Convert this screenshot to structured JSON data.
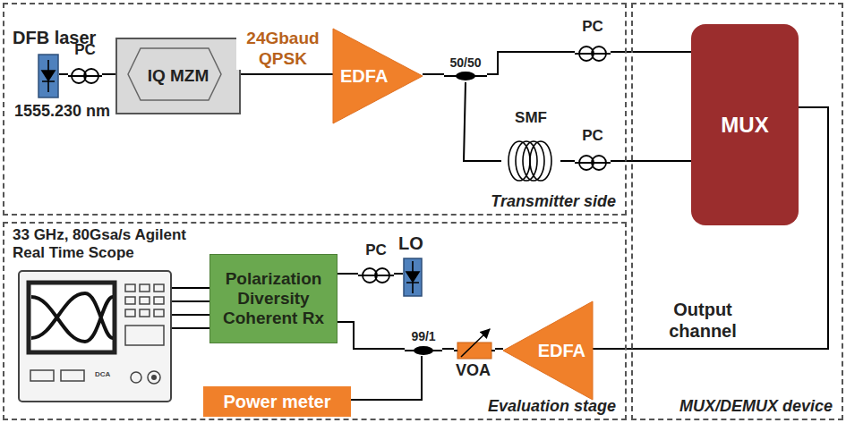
{
  "diagram": {
    "nodes": [
      {
        "text": [
          "Transmitter side"
        ]
      },
      {
        "text": [
          "DFB laser",
          "1555.230 nm"
        ],
        "in": 0
      },
      {
        "text": [
          "PC"
        ],
        "in": 0
      },
      {
        "text": [
          "IQ MZM"
        ],
        "in": 0
      },
      {
        "text": [
          "EDFA"
        ],
        "in": 0
      },
      {
        "text": [
          "50/50"
        ],
        "in": 0
      },
      {
        "text": [
          "SMF"
        ],
        "in": 0
      },
      {
        "text": [
          "PC"
        ],
        "in": 0
      },
      {
        "text": [
          "PC"
        ],
        "in": 0
      },
      {
        "text": [
          "Evaluation stage"
        ]
      },
      {
        "text": [
          "33 GHz, 80Gsa/s Agilent Real Time Scope",
          "DCA"
        ],
        "in": 9
      },
      {
        "text": [
          "Polarization Diversity Coherent Rx"
        ],
        "in": 9
      },
      {
        "text": [
          "PC"
        ],
        "in": 9
      },
      {
        "text": [
          "LO"
        ],
        "in": 9
      },
      {
        "text": [
          "99/1"
        ],
        "in": 9
      },
      {
        "text": [
          "VOA"
        ],
        "in": 9
      },
      {
        "text": [
          "EDFA"
        ],
        "in": 9
      },
      {
        "text": [
          "Power meter"
        ],
        "in": 9
      },
      {
        "text": [
          "MUX/DEMUX device"
        ]
      },
      {
        "text": [
          "MUX"
        ],
        "in": 18
      }
    ],
    "edges": [
      {
        "from": 1,
        "to": 2,
        "arrow": "none"
      },
      {
        "from": 2,
        "to": 3,
        "arrow": "none"
      },
      {
        "from": 3,
        "to": 4,
        "label": "24Gbaud QPSK",
        "arrow": "none"
      },
      {
        "from": 4,
        "to": 5,
        "arrow": "none"
      },
      {
        "from": 5,
        "to": 7,
        "arrow": "none"
      },
      {
        "from": 5,
        "to": 6,
        "arrow": "none"
      },
      {
        "from": 6,
        "to": 8,
        "arrow": "none"
      },
      {
        "from": 7,
        "to": 19,
        "arrow": "none"
      },
      {
        "from": 8,
        "to": 19,
        "arrow": "none"
      },
      {
        "from": 19,
        "to": 16,
        "label": "Output channel",
        "arrow": "none"
      },
      {
        "from": 16,
        "to": 15,
        "arrow": "none"
      },
      {
        "from": 15,
        "to": 14,
        "arrow": "none"
      },
      {
        "from": 14,
        "to": 11,
        "arrow": "none"
      },
      {
        "from": 14,
        "to": 17,
        "arrow": "none"
      },
      {
        "from": 13,
        "to": 12,
        "arrow": "none"
      },
      {
        "from": 12,
        "to": 11,
        "arrow": "none"
      },
      {
        "from": 11,
        "to": 10,
        "arrow": "none"
      }
    ]
  }
}
